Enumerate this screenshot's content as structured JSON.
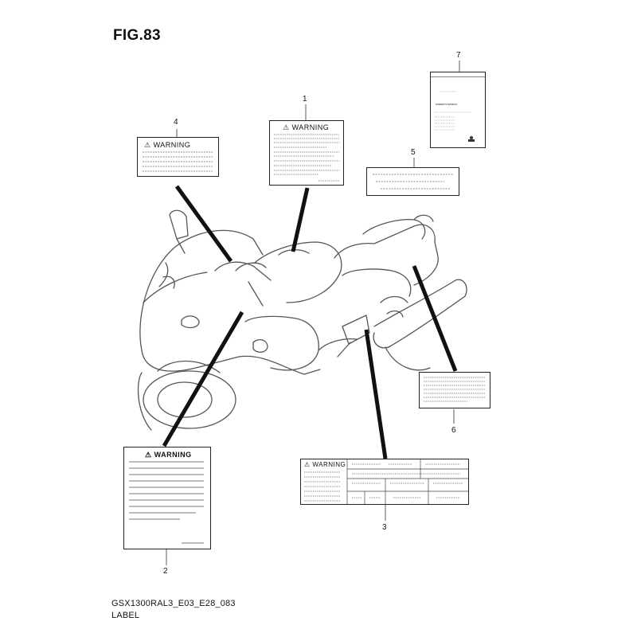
{
  "figure": {
    "title": "FIG.83",
    "code": "GSX1300RAL3_E03_E28_083",
    "section": "LABEL"
  },
  "callouts": [
    "1",
    "2",
    "3",
    "4",
    "5",
    "6",
    "7"
  ],
  "labels": {
    "warning_text": "WARNING",
    "owners_manual_title": "OWNER'S MANUAL"
  },
  "colors": {
    "line": "#222222",
    "motorcycle": "#555555"
  }
}
